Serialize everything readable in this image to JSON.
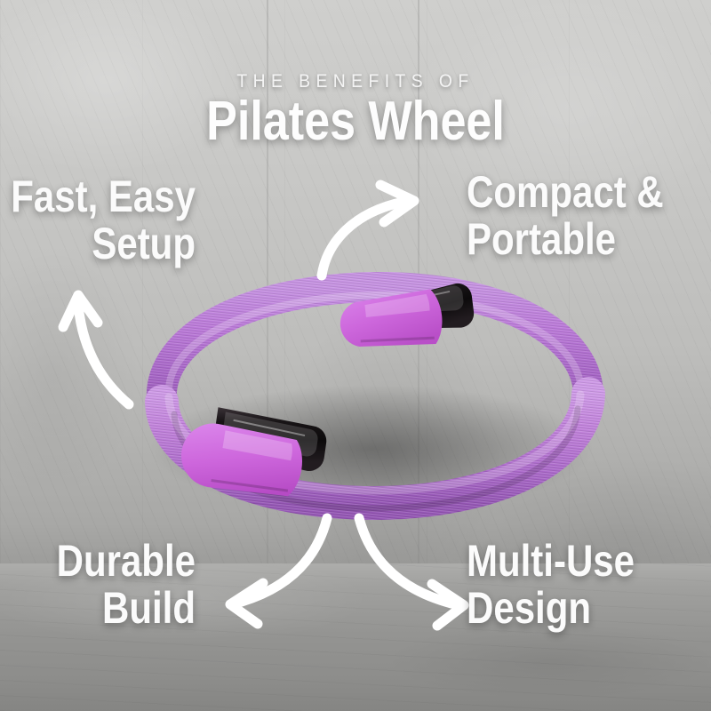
{
  "poster": {
    "kicker": "THE BENEFITS OF",
    "headline": "Pilates Wheel",
    "benefits": [
      {
        "id": "fast-easy-setup",
        "text": "Fast, Easy\nSetup",
        "position": "top-left"
      },
      {
        "id": "compact-portable",
        "text": "Compact &\nPortable",
        "position": "top-right"
      },
      {
        "id": "durable-build",
        "text": "Durable\nBuild",
        "position": "bottom-left"
      },
      {
        "id": "multi-use-design",
        "text": "Multi-Use\nDesign",
        "position": "bottom-right"
      }
    ],
    "arrows": [
      {
        "id": "arrow-to-compact-portable",
        "direction": "up-right"
      },
      {
        "id": "arrow-to-fast-easy-setup",
        "direction": "up-left"
      },
      {
        "id": "arrow-to-durable-build",
        "direction": "down-left"
      },
      {
        "id": "arrow-to-multi-use-design",
        "direction": "down-right"
      }
    ],
    "product": {
      "name": "pilates-ring",
      "handles": [
        "upper-right-handle-pad",
        "lower-left-handle-pad"
      ],
      "ring_color": "#b06ad4",
      "pad_color": "#cc62dd",
      "clamp_color": "#13100f"
    },
    "colors": {
      "text": "#fbfbfb",
      "arrow": "#ffffff",
      "wall": "#c7c7c5",
      "floor": "#949492",
      "accent_purple": "#bb6ad8"
    }
  }
}
